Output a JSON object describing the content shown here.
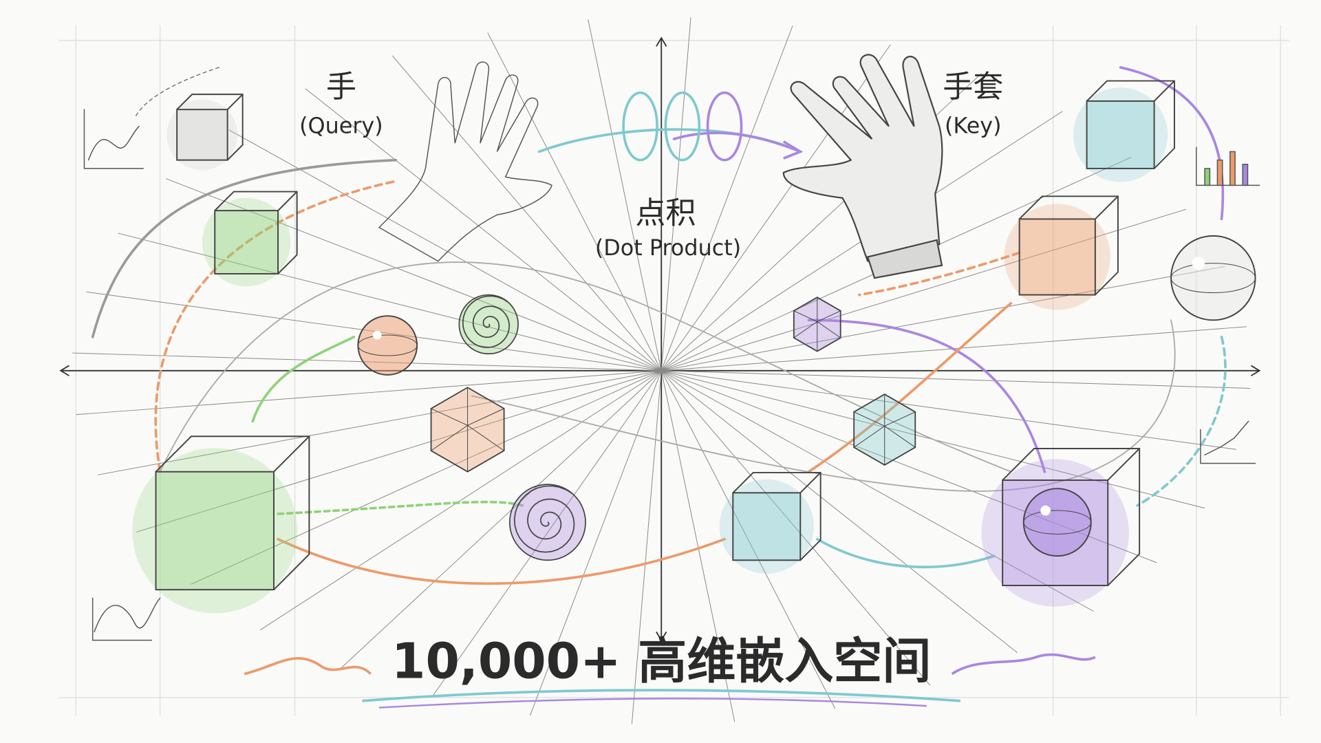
{
  "labels": {
    "query_zh": "手",
    "query_en": "(Query)",
    "key_zh": "手套",
    "key_en": "(Key)",
    "dot_zh": "点积",
    "dot_en": "(Dot Product)",
    "title": "10,000+ 高维嵌入空间"
  },
  "colors": {
    "green": "#8fd27a",
    "orange": "#ec9a6a",
    "teal": "#7fc9cf",
    "purple": "#a987e0",
    "pencil": "#444444"
  },
  "icons": [
    "hand-icon",
    "glove-icon",
    "cube-icon",
    "sphere-icon",
    "spiral-icon",
    "polyhedron-icon",
    "mini-chart-icon"
  ]
}
